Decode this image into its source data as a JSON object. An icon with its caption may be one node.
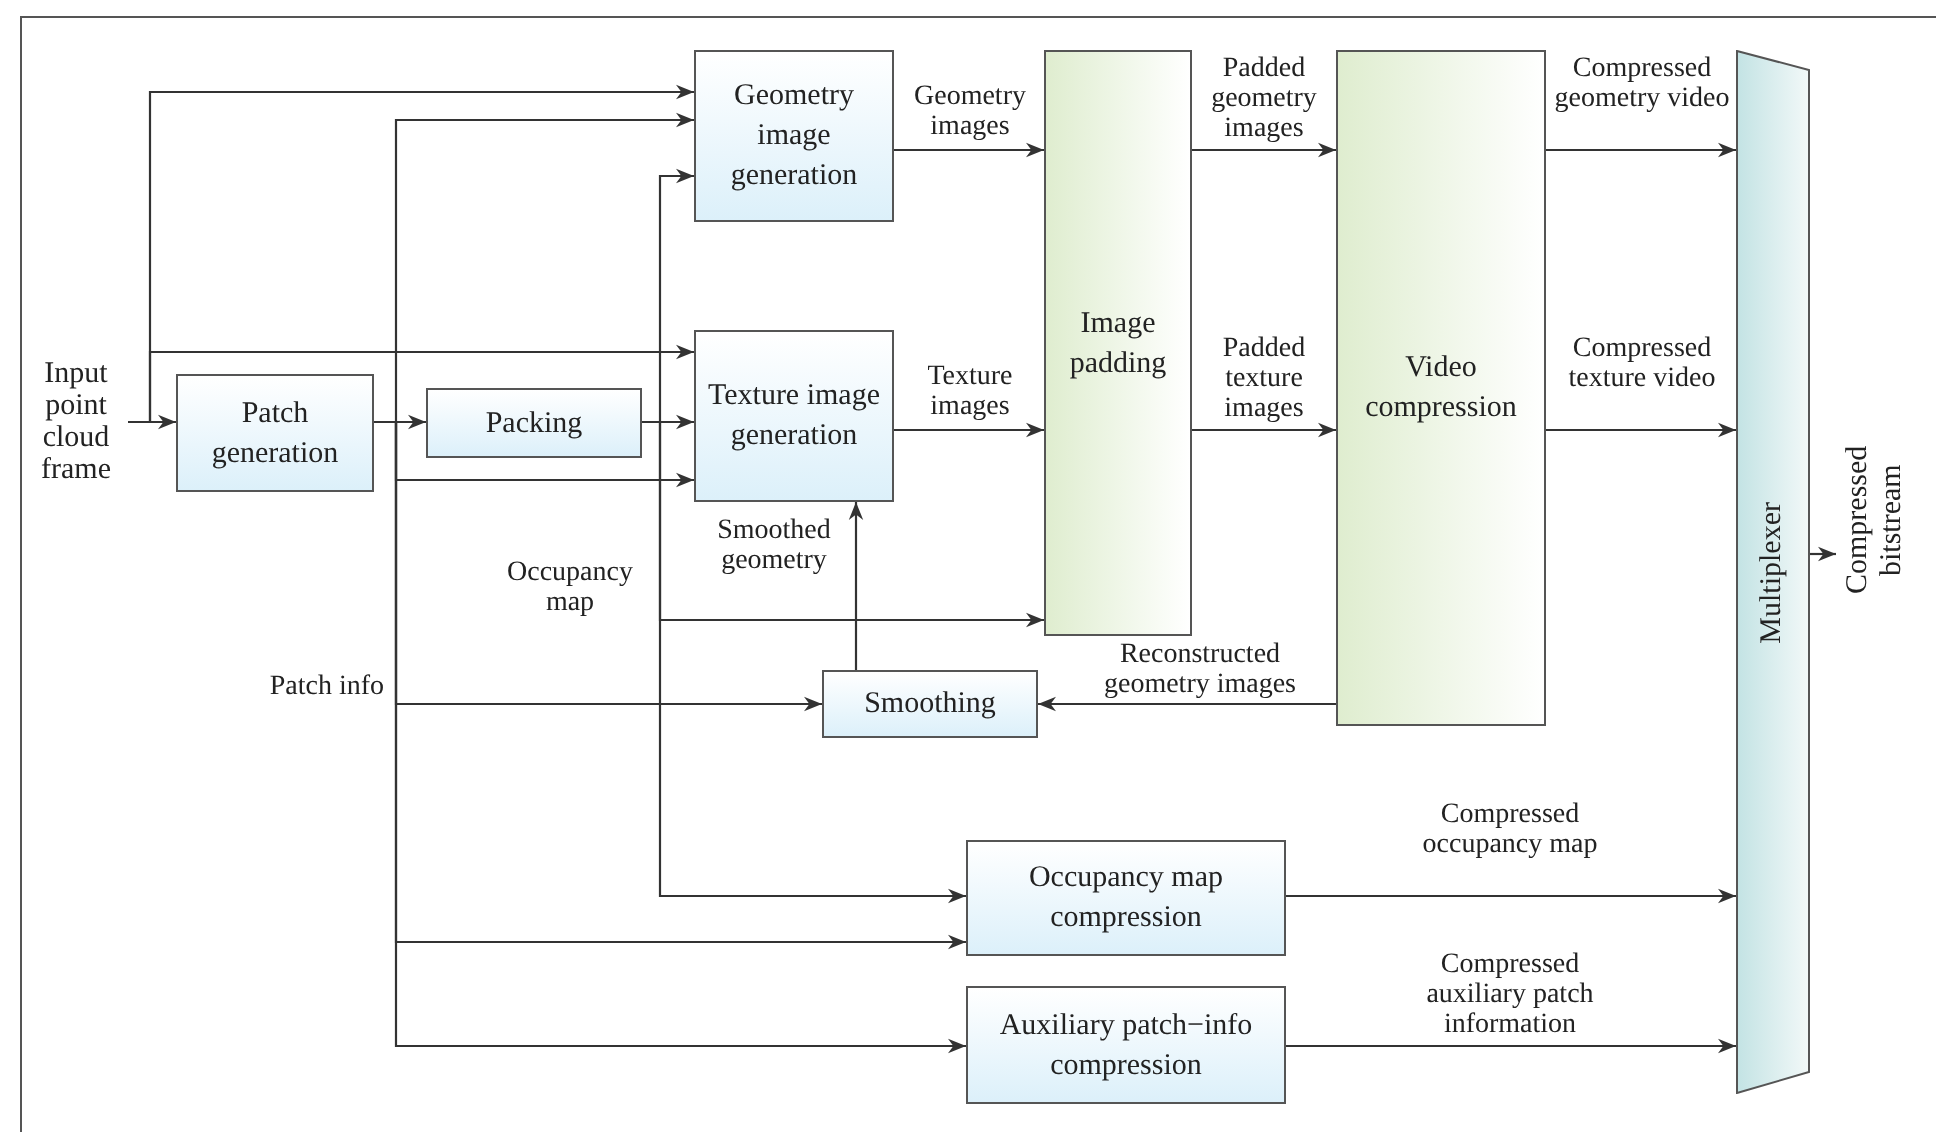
{
  "diagram": {
    "nodes": [
      {
        "text": [
          "Input point cloud frame"
        ]
      },
      {
        "text": [
          "Patch generation"
        ]
      },
      {
        "text": [
          "Packing"
        ]
      },
      {
        "text": [
          "Geometry image generation"
        ]
      },
      {
        "text": [
          "Texture image generation"
        ]
      },
      {
        "text": [
          "Image padding"
        ]
      },
      {
        "text": [
          "Video compression"
        ]
      },
      {
        "text": [
          "Multiplexer"
        ]
      },
      {
        "text": [
          "Smoothing"
        ]
      },
      {
        "text": [
          "Occupancy map compression"
        ]
      },
      {
        "text": [
          "Auxiliary patch−info compression"
        ]
      },
      {
        "text": [
          "Compressed bitstream"
        ]
      }
    ],
    "edges": [
      {
        "from": 0,
        "to": 1,
        "arrow": "to"
      },
      {
        "from": 0,
        "to": 3,
        "arrow": "to"
      },
      {
        "from": 0,
        "to": 4,
        "arrow": "to"
      },
      {
        "from": 1,
        "to": 2,
        "arrow": "to"
      },
      {
        "from": 1,
        "to": 3,
        "arrow": "to"
      },
      {
        "from": 1,
        "to": 4,
        "arrow": "to"
      },
      {
        "from": 1,
        "to": 8,
        "arrow": "to",
        "label": "Patch info"
      },
      {
        "from": 1,
        "to": 9,
        "arrow": "to"
      },
      {
        "from": 1,
        "to": 10,
        "arrow": "to"
      },
      {
        "from": 2,
        "to": 4,
        "arrow": "to"
      },
      {
        "from": 2,
        "to": 3,
        "arrow": "to"
      },
      {
        "from": 2,
        "to": 5,
        "arrow": "to",
        "label": "Occupancy map"
      },
      {
        "from": 2,
        "to": 9,
        "arrow": "to"
      },
      {
        "from": 3,
        "to": 5,
        "arrow": "to",
        "label": "Geometry images"
      },
      {
        "from": 4,
        "to": 5,
        "arrow": "to",
        "label": "Texture images"
      },
      {
        "from": 5,
        "to": 6,
        "arrow": "to",
        "label": "Padded geometry images"
      },
      {
        "from": 5,
        "to": 6,
        "arrow": "to",
        "label": "Padded texture images"
      },
      {
        "from": 6,
        "to": 7,
        "arrow": "to",
        "label": "Compressed geometry video"
      },
      {
        "from": 6,
        "to": 7,
        "arrow": "to",
        "label": "Compressed texture video"
      },
      {
        "from": 6,
        "to": 8,
        "arrow": "to",
        "label": "Reconstructed geometry images"
      },
      {
        "from": 8,
        "to": 4,
        "arrow": "to",
        "label": "Smoothed geometry"
      },
      {
        "from": 9,
        "to": 7,
        "arrow": "to",
        "label": "Compressed occupancy map"
      },
      {
        "from": 10,
        "to": 7,
        "arrow": "to",
        "label": "Compressed auxiliary patch information"
      },
      {
        "from": 7,
        "to": 11,
        "arrow": "to"
      }
    ]
  }
}
